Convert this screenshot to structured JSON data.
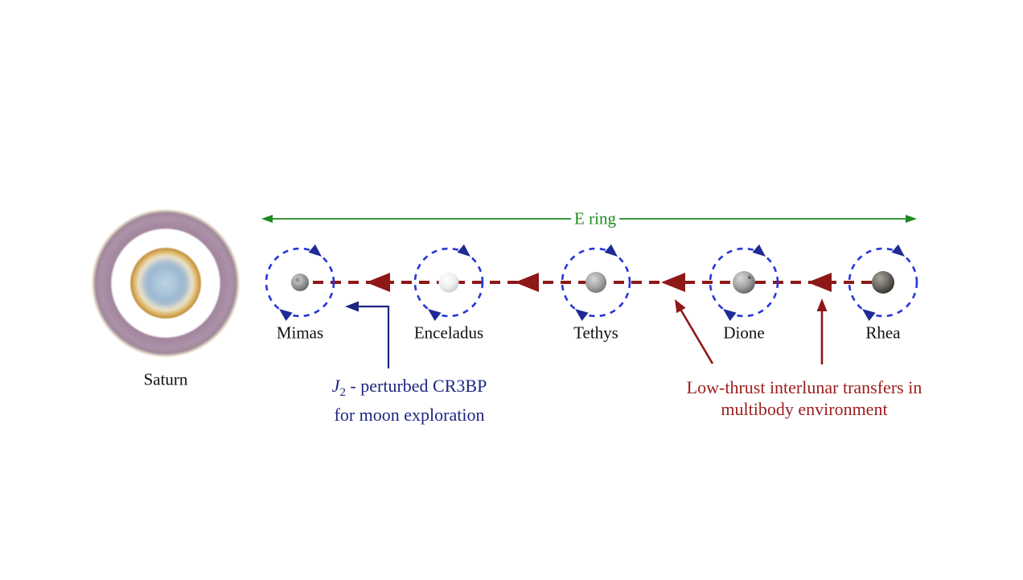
{
  "saturn": {
    "label": "Saturn"
  },
  "e_ring": {
    "label": "E ring",
    "color": "#1e8a1e"
  },
  "moons": [
    {
      "name": "Mimas"
    },
    {
      "name": "Enceladus"
    },
    {
      "name": "Tethys"
    },
    {
      "name": "Dione"
    },
    {
      "name": "Rhea"
    }
  ],
  "annotations": {
    "cr3bp": {
      "j_symbol": "J",
      "j_subscript": "2",
      "line1_rest": " - perturbed CR3BP",
      "line2": "for moon exploration",
      "color": "#1c2680"
    },
    "low_thrust": {
      "line1": "Low-thrust interlunar transfers in",
      "line2": "multibody environment",
      "color": "#9b1d1d"
    }
  },
  "colors": {
    "orbit_dash_blue": "#2635d8",
    "orbit_arrow_navy": "#1f2a96",
    "transfer_red": "#8e1717",
    "ering_green": "#1e8a1e"
  }
}
